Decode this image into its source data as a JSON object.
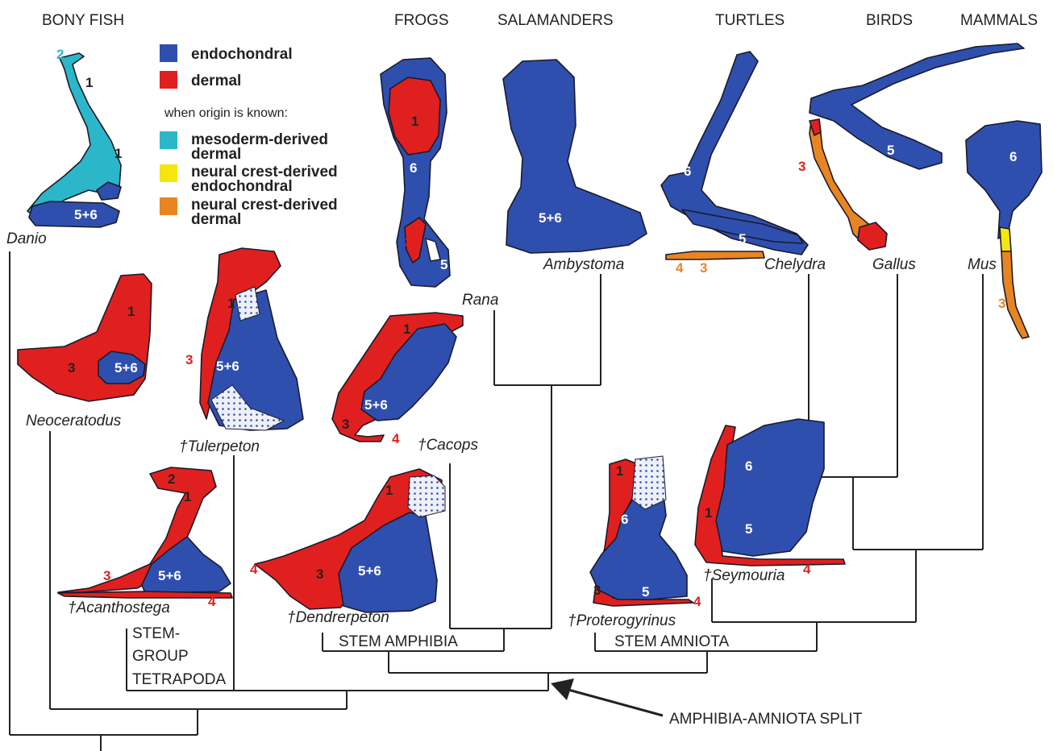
{
  "colors": {
    "endochondral": "#2f4fae",
    "dermal": "#e0201e",
    "mesoderm_dermal": "#2bb7c9",
    "nc_endochondral": "#f4e60f",
    "nc_dermal": "#e88522"
  },
  "groups": {
    "bony_fish": "BONY FISH",
    "frogs": "FROGS",
    "salamanders": "SALAMANDERS",
    "turtles": "TURTLES",
    "birds": "BIRDS",
    "mammals": "MAMMALS"
  },
  "legend": {
    "endochondral": "endochondral",
    "dermal": "dermal",
    "known_origin": "when origin is known:",
    "meso_line1": "mesoderm-derived",
    "meso_line2": "dermal",
    "nce_line1": "neural crest-derived",
    "nce_line2": "endochondral",
    "ncd_line1": "neural crest-derived",
    "ncd_line2": "dermal"
  },
  "taxa": {
    "danio": "Danio",
    "neoceratodus": "Neoceratodus",
    "tulerpeton": "†Tulerpeton",
    "acanthostega": "†Acanthostega",
    "dendrerpeton": "†Dendrerpeton",
    "cacops": "†Cacops",
    "rana": "Rana",
    "ambystoma": "Ambystoma",
    "proterogyrinus": "†Proterogyrinus",
    "seymouria": "†Seymouria",
    "chelydra": "Chelydra",
    "gallus": "Gallus",
    "mus": "Mus"
  },
  "clades": {
    "stem_group_line1": "STEM-",
    "stem_group_line2": "GROUP",
    "stem_group_line3": "TETRAPODA",
    "stem_amphibia": "STEM AMPHIBIA",
    "stem_amniota": "STEM AMNIOTA",
    "split": "AMPHIBIA-AMNIOTA SPLIT"
  },
  "bone_labels": {
    "n1": "1",
    "n2": "2",
    "n3": "3",
    "n4": "4",
    "n5": "5",
    "n6": "6",
    "n56": "5+6"
  }
}
